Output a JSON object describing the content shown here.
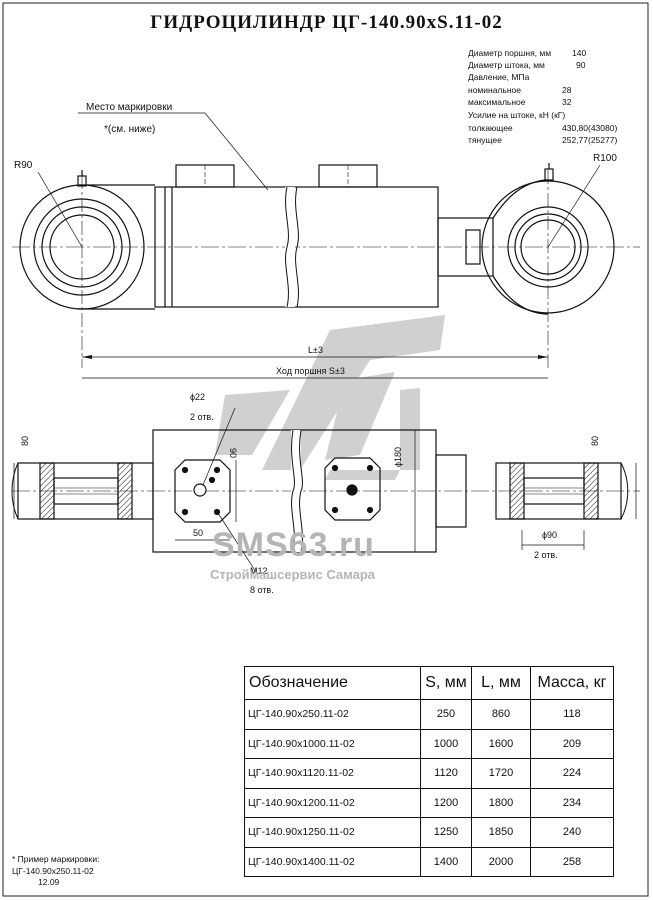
{
  "title": "ГИДРОЦИЛИНДР ЦГ-140.90хS.11-02",
  "specs": {
    "piston_diameter": {
      "label": "Диаметр поршня, мм",
      "value": "140"
    },
    "rod_diameter": {
      "label": "Диаметр штока, мм",
      "value": "90"
    },
    "pressure_header": "Давление, МПа",
    "pressure_nominal": {
      "label": "номинальное",
      "value": "28"
    },
    "pressure_max": {
      "label": "максимальное",
      "value": "32"
    },
    "force_header": "Усилие на штоке, кН (кГ)",
    "force_push": {
      "label": "толкающее",
      "value": "430,80(43080)"
    },
    "force_pull": {
      "label": "тянущее",
      "value": "252,77(25277)"
    }
  },
  "drawing_labels": {
    "marking_place": "Место маркировки",
    "marking_ref": "*(см. ниже)",
    "radius_left": "R90",
    "radius_right": "R100",
    "length": "L±3",
    "stroke": "Ход поршня S±3",
    "hole_diameter": "ϕ22",
    "hole_count": "2 отв.",
    "dim_90": "90",
    "dim_50": "50",
    "thread": "М12",
    "thread_count": "8 отв.",
    "dia_180": "ϕ180",
    "dia_90": "ϕ90",
    "dia_90_count": "2 отв.",
    "width_left": "80",
    "width_right": "80"
  },
  "watermark": {
    "site": "SMS63.ru",
    "company": "Строймашсервис Самара"
  },
  "table": {
    "headers": [
      "Обозначение",
      "S, мм",
      "L, мм",
      "Масса, кг"
    ],
    "rows": [
      [
        "ЦГ-140.90х250.11-02",
        "250",
        "860",
        "118"
      ],
      [
        "ЦГ-140.90х1000.11-02",
        "1000",
        "1600",
        "209"
      ],
      [
        "ЦГ-140.90х1120.11-02",
        "1120",
        "1720",
        "224"
      ],
      [
        "ЦГ-140.90х1200.11-02",
        "1200",
        "1800",
        "234"
      ],
      [
        "ЦГ-140.90х1250.11-02",
        "1250",
        "1850",
        "240"
      ],
      [
        "ЦГ-140.90х1400.11-02",
        "1400",
        "2000",
        "258"
      ]
    ]
  },
  "marking_example": {
    "line1": "* Пример маркировки:",
    "line2": "ЦГ-140.90х250.11-02",
    "line3": "12.09"
  }
}
